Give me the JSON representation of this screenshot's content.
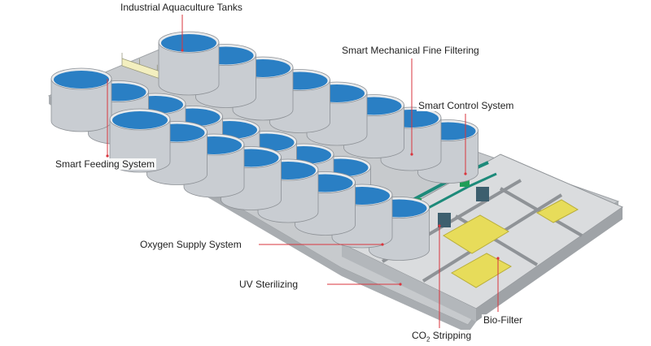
{
  "labels": {
    "tanks": "Industrial Aquaculture Tanks",
    "mech_filter": "Smart Mechanical Fine Filtering",
    "control": "Smart Control System",
    "feeding": "Smart Feeding System",
    "oxygen": "Oxygen Supply System",
    "uv": "UV Sterilizing",
    "biofilter": "Bio-Filter",
    "co2_prefix": "CO",
    "co2_sub": "2",
    "co2_suffix": " Stripping"
  },
  "colors": {
    "leader_line": "#d9363e",
    "water": "#2a7fc4",
    "tank_wall": "#c9cdd2",
    "platform": "#b9bcc0",
    "walkway": "#f3efbf",
    "pipe": "#1d8a7a",
    "biofilter_fill": "#e7dc5a"
  },
  "tank_grid": {
    "rows": 3,
    "columns": 8
  }
}
